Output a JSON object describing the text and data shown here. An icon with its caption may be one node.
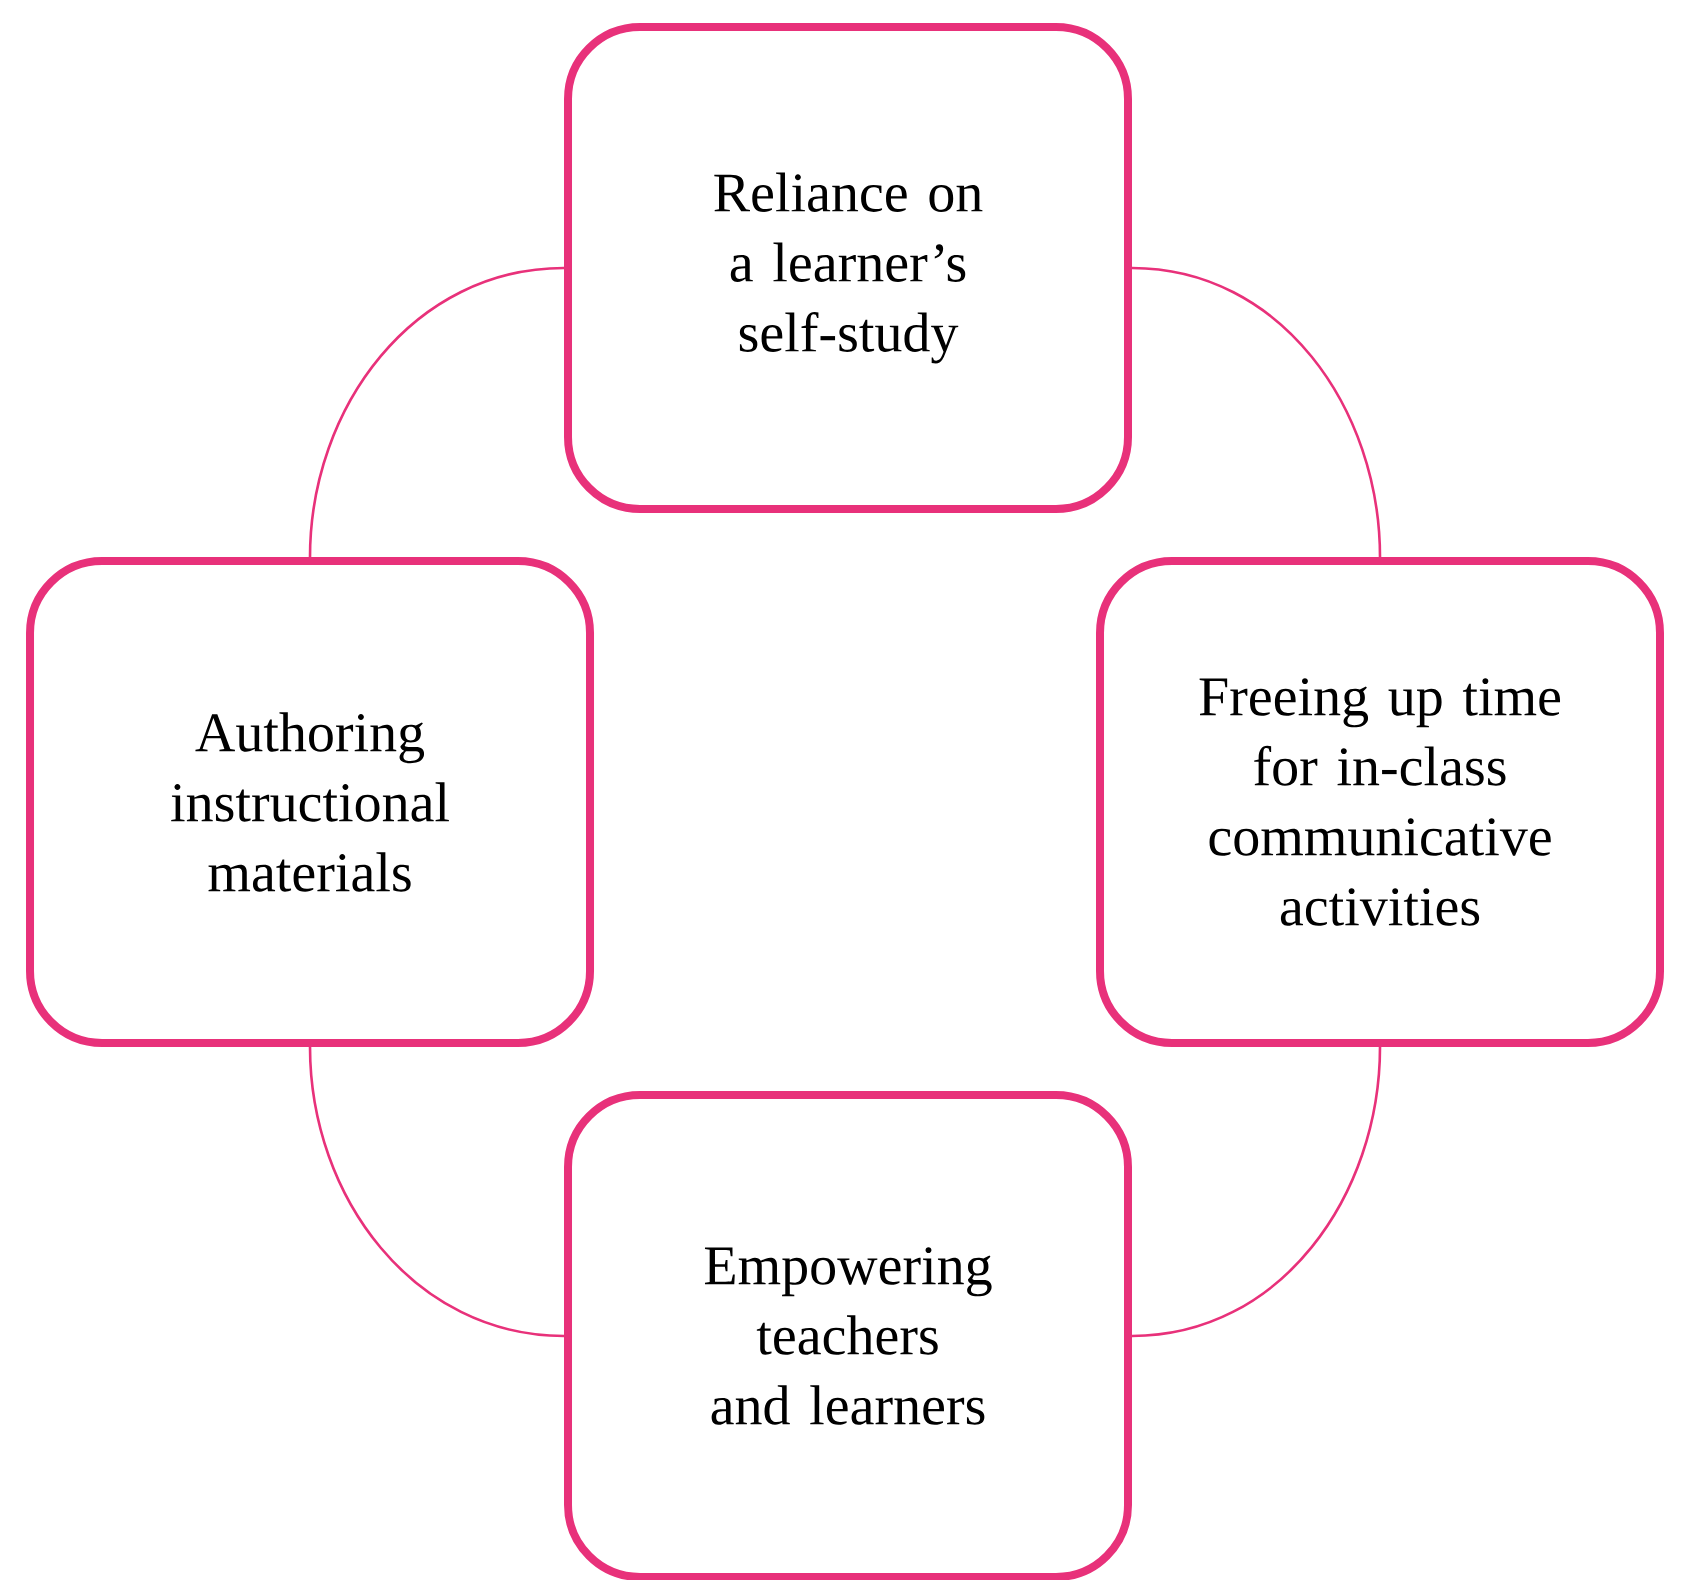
{
  "diagram": {
    "nodes": [
      {
        "text": [
          "Reliance on a learner’s self-study"
        ]
      },
      {
        "text": [
          "Authoring instructional materials"
        ]
      },
      {
        "text": [
          "Freeing up time for in-class communicative activities"
        ]
      },
      {
        "text": [
          "Empowering teachers and learners"
        ]
      }
    ],
    "edges": [
      {
        "from": 0,
        "to": 2,
        "arrow": "none"
      },
      {
        "from": 2,
        "to": 3,
        "arrow": "none"
      },
      {
        "from": 3,
        "to": 1,
        "arrow": "none"
      },
      {
        "from": 1,
        "to": 0,
        "arrow": "none"
      }
    ]
  }
}
